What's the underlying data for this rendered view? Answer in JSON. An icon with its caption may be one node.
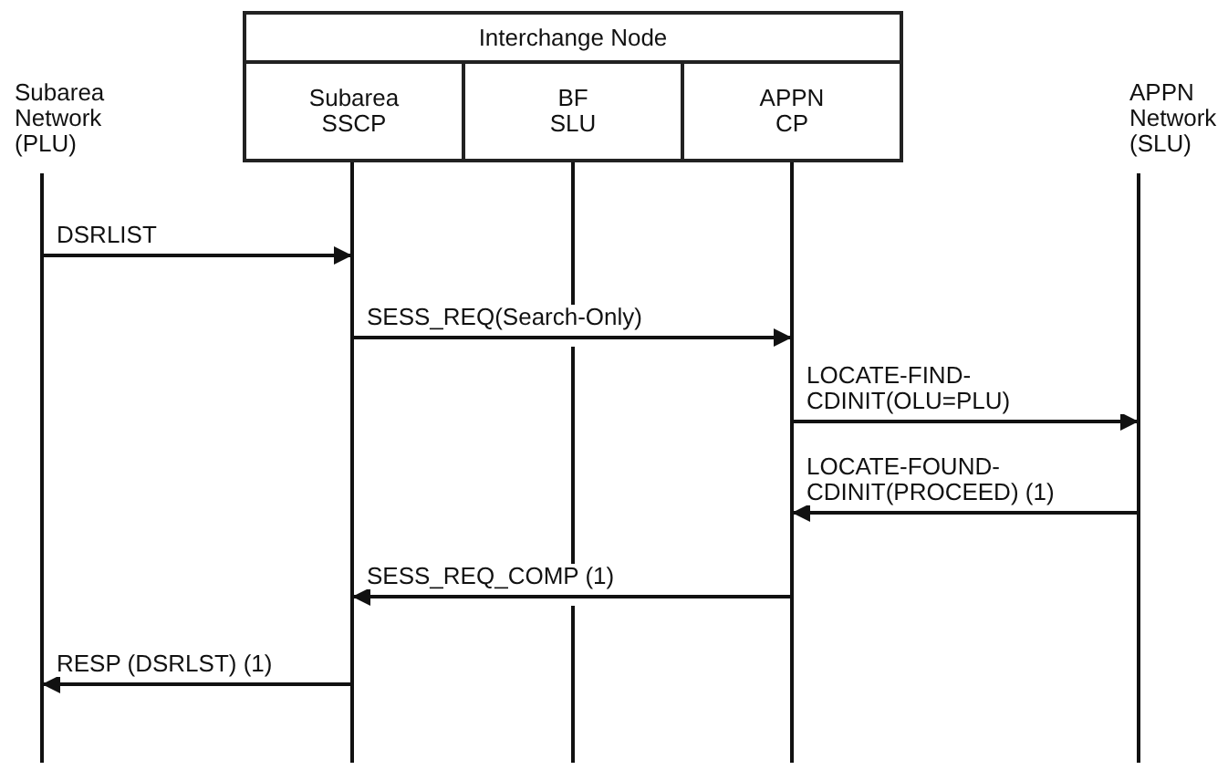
{
  "diagram": {
    "nodes": [
      {
        "text": [
          "Interchange Node"
        ]
      },
      {
        "text": [
          "Subarea SSCP"
        ]
      },
      {
        "text": [
          "BF SLU"
        ]
      },
      {
        "text": [
          "APPN CP"
        ]
      },
      {
        "text": [
          "Subarea Network (PLU)"
        ]
      },
      {
        "text": [
          "APPN Network (SLU)"
        ]
      }
    ],
    "edges": [
      {
        "from": 4,
        "to": 1,
        "arrow": "to",
        "label": "DSRLIST"
      },
      {
        "from": 1,
        "to": 3,
        "arrow": "to",
        "label": "SESS_REQ(Search-Only)"
      },
      {
        "from": 3,
        "to": 5,
        "arrow": "to",
        "label": "LOCATE-FIND- CDINIT(OLU=PLU)"
      },
      {
        "from": 5,
        "to": 3,
        "arrow": "to",
        "label": "LOCATE-FOUND- CDINIT(PROCEED) (1)"
      },
      {
        "from": 3,
        "to": 1,
        "arrow": "to",
        "label": "SESS_REQ_COMP (1)"
      },
      {
        "from": 1,
        "to": 4,
        "arrow": "to",
        "label": "RESP (DSRLST) (1)"
      }
    ]
  }
}
